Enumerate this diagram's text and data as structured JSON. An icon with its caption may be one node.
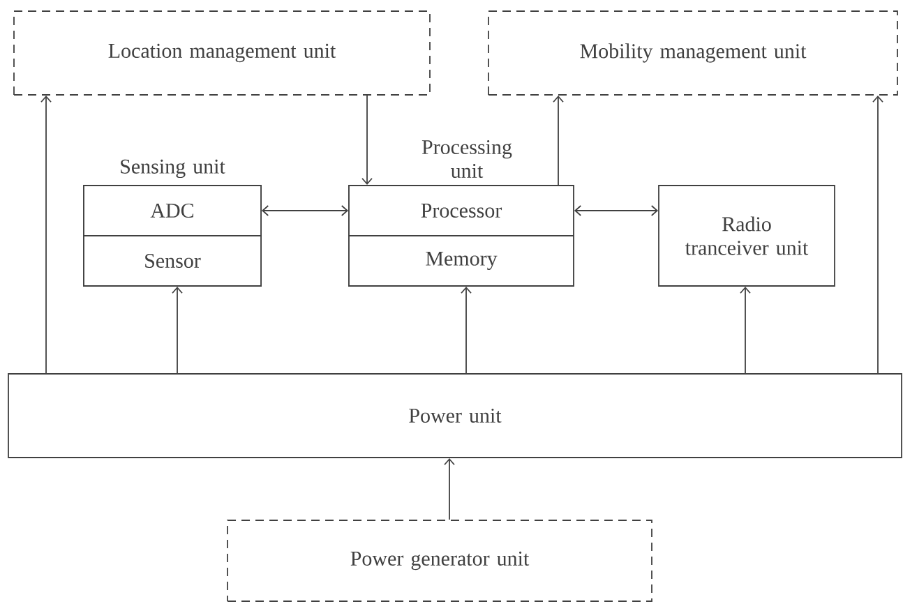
{
  "diagram": {
    "nodes": [
      {
        "text": [
          "Location management unit"
        ]
      },
      {
        "text": [
          "Mobility management unit"
        ]
      },
      {
        "text": [
          "Sensing unit"
        ]
      },
      {
        "text": [
          "ADC"
        ],
        "in": 2
      },
      {
        "text": [
          "Sensor"
        ],
        "in": 2
      },
      {
        "text": [
          "Processing unit"
        ]
      },
      {
        "text": [
          "Processor"
        ],
        "in": 5
      },
      {
        "text": [
          "Memory"
        ],
        "in": 5
      },
      {
        "text": [
          "Radio tranceiver unit"
        ]
      },
      {
        "text": [
          "Power unit"
        ]
      },
      {
        "text": [
          "Power generator unit"
        ]
      }
    ],
    "edges": [
      {
        "from": 9,
        "to": 0,
        "arrow": "to"
      },
      {
        "from": 9,
        "to": 4,
        "arrow": "to"
      },
      {
        "from": 0,
        "to": 6,
        "arrow": "to"
      },
      {
        "from": 3,
        "to": 6,
        "arrow": "both"
      },
      {
        "from": 6,
        "to": 1,
        "arrow": "to"
      },
      {
        "from": 6,
        "to": 8,
        "arrow": "both"
      },
      {
        "from": 9,
        "to": 7,
        "arrow": "to"
      },
      {
        "from": 9,
        "to": 8,
        "arrow": "to"
      },
      {
        "from": 9,
        "to": 1,
        "arrow": "to"
      },
      {
        "from": 10,
        "to": 9,
        "arrow": "to"
      }
    ]
  }
}
